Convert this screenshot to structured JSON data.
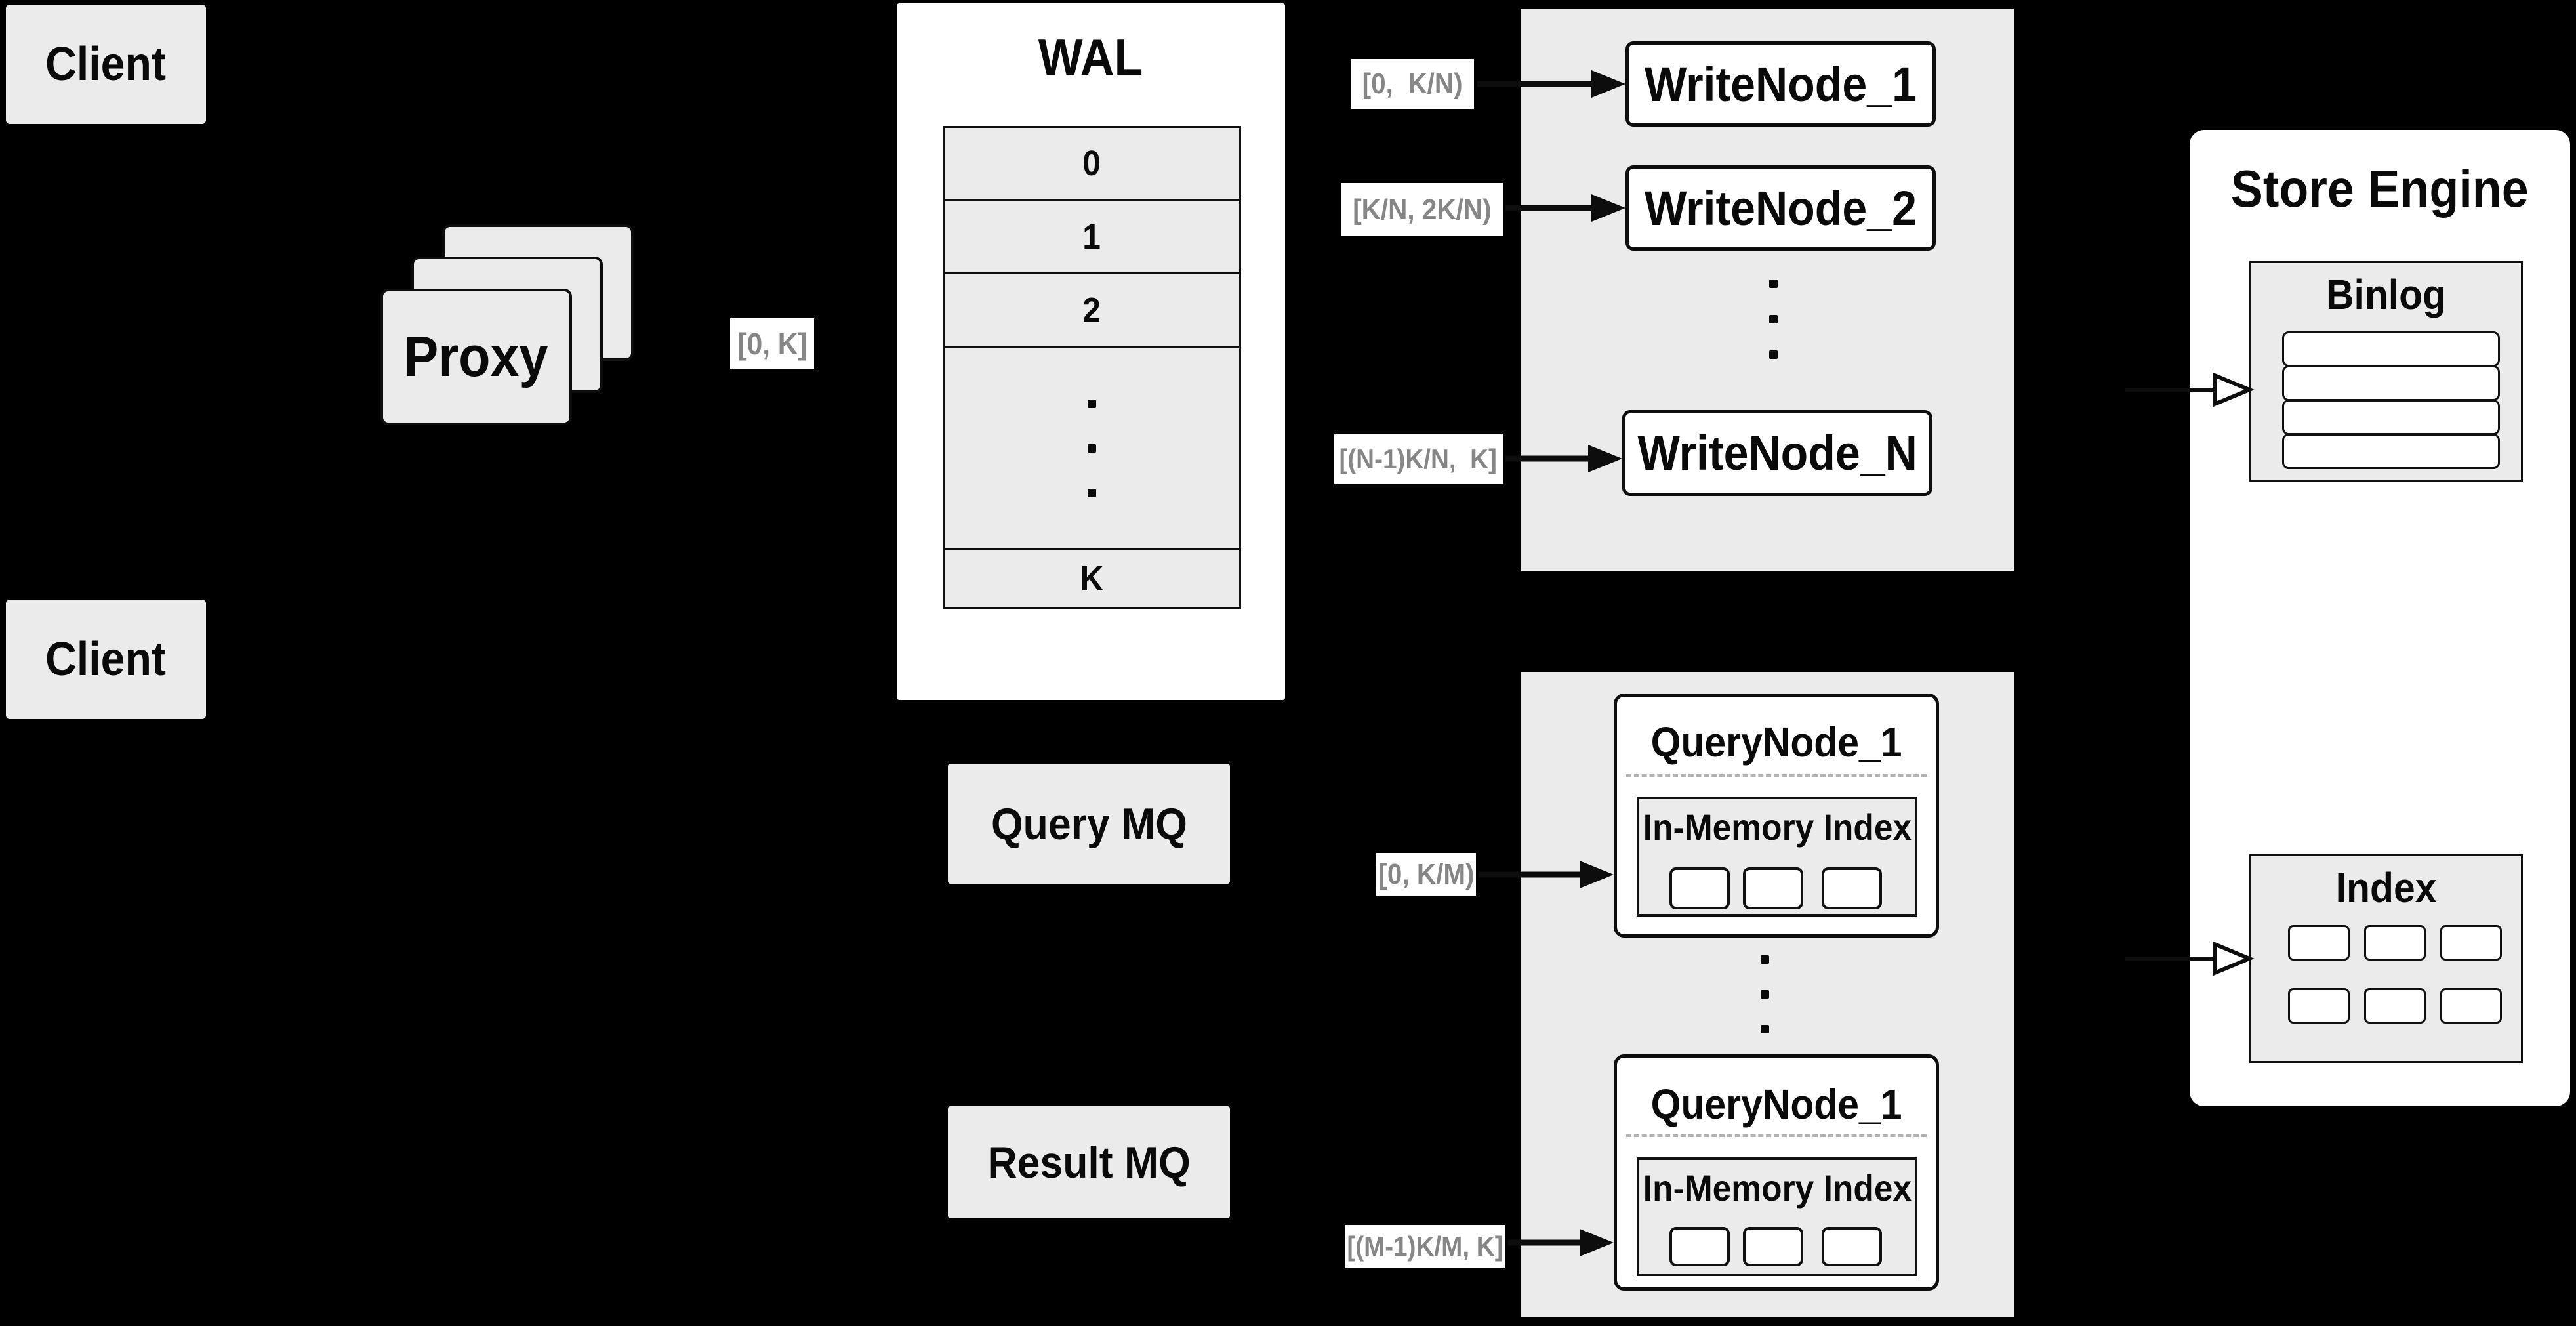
{
  "diagram": {
    "client_top": "Client",
    "client_bottom": "Client",
    "proxy": "Proxy",
    "proxy_range": "[0, K]",
    "wal": {
      "title": "WAL",
      "rows": [
        "0",
        "1",
        "2",
        "K"
      ]
    },
    "write_panel": {
      "node1": "WriteNode_1",
      "node2": "WriteNode_2",
      "nodeN": "WriteNode_N",
      "range1": "[0,  K/N)",
      "range2": "[K/N, 2K/N)",
      "rangeN": "[(N-1)K/N,  K]"
    },
    "store_engine": {
      "title": "Store Engine",
      "binlog": "Binlog",
      "index": "Index"
    },
    "query_mq": "Query MQ",
    "result_mq": "Result MQ",
    "query_panel": {
      "node1_title": "QueryNode_1",
      "node1_inner": "In-Memory Index",
      "node2_title": "QueryNode_1",
      "node2_inner": "In-Memory Index",
      "range1": "[0, K/M)",
      "range2": "[(M-1)K/M, K]"
    },
    "colors": {
      "background": "#000000",
      "panel_fill": "#ebebeb",
      "node_fill": "#ffffff",
      "line": "#0d0d0d",
      "range_text": "#868686"
    }
  }
}
